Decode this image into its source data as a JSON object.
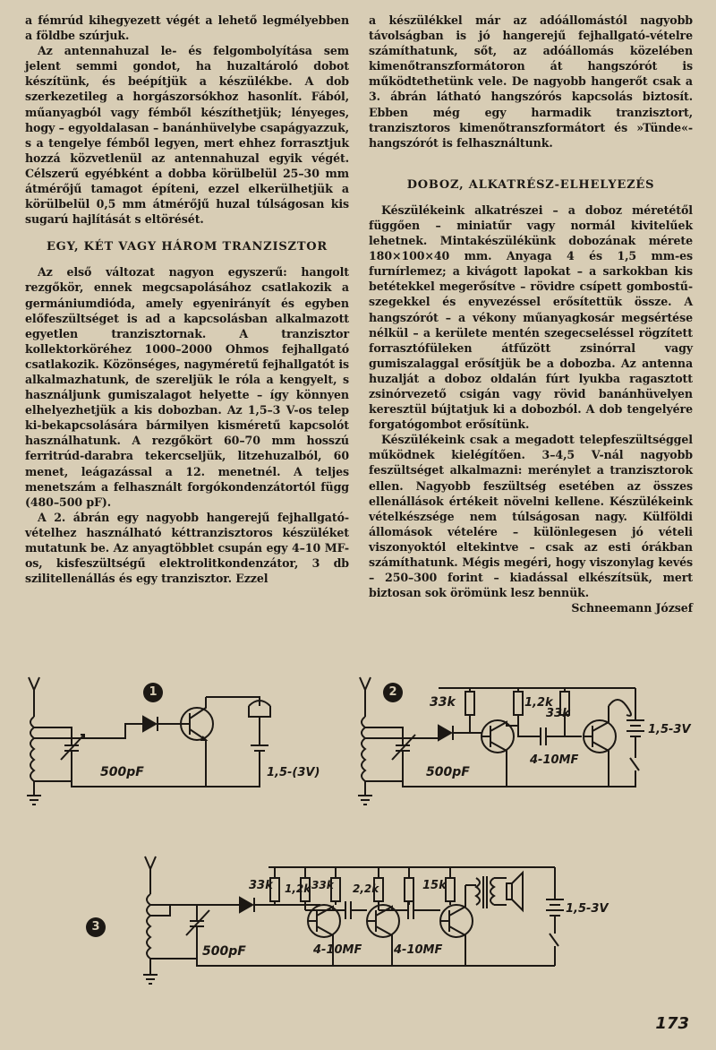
{
  "left_column": {
    "para_1": "a fémrúd kihegyezett végét a lehető legmélyebben a földbe szúrjuk.",
    "para_2": "Az antennahuzal le- és felgombolyítása sem jelent semmi gondot, ha huzaltároló dobot készítünk, és beépítjük a készülékbe. A dob szerkezetileg a horgászorsókhoz hasonlít. Fából, műanyagból vagy fémből készíthetjük; lényeges, hogy – egyoldalasan – banánhüvelybe csapágyazzuk, s a tengelye fémből legyen, mert ehhez forrasztjuk hozzá közvetlenül az antennahuzal egyik végét. Célszerű egyébként a dobba körülbelül 25–30 mm átmérőjű tamagot építeni, ezzel elkerülhetjük a körülbelül 0,5 mm átmérőjű huzal túlságosan kis sugarú hajlítását s eltörését.",
    "heading": "EGY, KÉT VAGY HÁROM TRANZISZTOR",
    "para_3": "Az első változat nagyon egyszerű: hangolt rezgőkör, ennek megcsapolásához csatlakozik a germániumdióda, amely egyenirányít és egyben előfeszültséget is ad a kapcsolásban alkalmazott egyetlen tranzisztornak. A tranzisztor kollektorköréhez 1000–2000 Ohmos fejhallgató csatlakozik. Közönséges, nagyméretű fejhallgatót is alkalmazhatunk, de szereljük le róla a kengyelt, s használjunk gumiszalagot helyette – így könnyen elhelyezhetjük a kis dobozban. Az 1,5–3 V-os telep ki-bekapcsolására bármilyen kisméretű kapcsolót használhatunk. A rezgőkört 60–70 mm hosszú ferritrúd-darabra tekercseljük, litzehuzalból, 60 menet, leágazással a 12. menetnél. A teljes menetszám a felhasznált forgókondenzátortól függ (480–500 pF).",
    "para_4": "A 2. ábrán egy nagyobb hangerejű fejhallgató-vételhez használható kéttranzisztoros készüléket mutatunk be. Az anyagtöbblet csupán egy 4–10 MF-os, kisfeszültségű elektrolitkondenzátor, 3 db szilitellenállás és egy tranzisztor. Ezzel"
  },
  "right_column": {
    "para_1": "a készülékkel már az adóállomástól nagyobb távolságban is jó hangerejű fejhallgató-vételre számíthatunk, sőt, az adóállomás közelében kimenőtranszformátoron át hangszórót is működtethetünk vele. De nagyobb hangerőt csak a 3. ábrán látható hangszórós kapcsolás biztosít. Ebben még egy harmadik tranzisztort, tranzisztoros kimenőtranszformátort és »Tünde«-hangszórót is felhasználtunk.",
    "heading": "DOBOZ, ALKATRÉSZ-ELHELYEZÉS",
    "para_2": "Készülékeink alkatrészei – a doboz méretétől függően – miniatűr vagy normál kivitelűek lehetnek. Mintakészülékünk dobozának mérete 180×100×40 mm. Anyaga 4 és 1,5 mm-es furnírlemez; a kivágott lapokat – a sarkokban kis betétekkel megerősítve – rövidre csípett gombostű-szegekkel és enyvezéssel erősítettük össze. A hangszórót – a vékony műanyagkosár megsértése nélkül – a kerülete mentén szegecseléssel rögzített forrasztófüleken átfűzött zsinórral vagy gumiszalaggal erősítjük be a dobozba. Az antenna huzalját a doboz oldalán fúrt lyukba ragasztott zsinórvezető csigán vagy rövid banánhüvelyen keresztül bújtatjuk ki a dobozból. A dob tengelyére forgatógombot erősítünk.",
    "para_3": "Készülékeink csak a megadott telepfeszültséggel működnek kielégítően. 3–4,5 V-nál nagyobb feszültséget alkalmazni: merénylet a tranzisztorok ellen. Nagyobb feszültség esetében az összes ellenállások értékeit növelni kellene. Készülékeink vételkészsége nem túlságosan nagy. Külföldi állomások vételére – különlegesen jó vételi viszonyoktól eltekintve – csak az esti órákban számíthatunk. Mégis megéri, hogy viszonylag kevés – 250–300 forint – kiadással elkészítsük, mert biztosan sok örömünk lesz bennük.",
    "signature": "Schneemann József"
  },
  "figures": {
    "fig1": {
      "number": "1",
      "cap_label": "500pF",
      "battery_label": "1,5-(3V)"
    },
    "fig2": {
      "number": "2",
      "cap_label": "500pF",
      "r1": "33k",
      "r2": "1,2k",
      "r3": "33k",
      "elco": "4-10MF",
      "battery_label": "1,5-3V"
    },
    "fig3": {
      "number": "3",
      "cap_label": "500pF",
      "r1": "33k",
      "r2": "1,2k",
      "r3": "33k",
      "r4": "2,2k",
      "r5": "15k",
      "elco1": "4-10MF",
      "elco2": "4-10MF",
      "battery_label": "1,5-3V"
    }
  },
  "page_number": "173"
}
